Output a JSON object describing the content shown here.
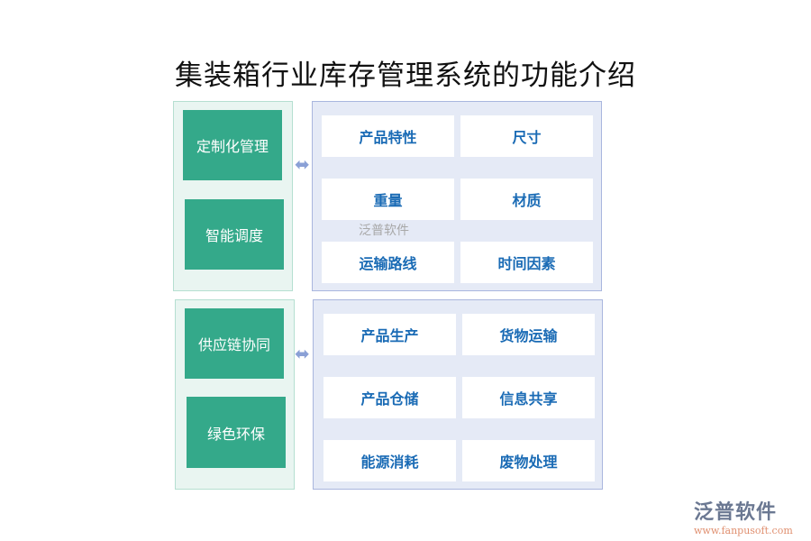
{
  "title": "集装箱行业库存管理系统的功能介绍",
  "groups": [
    {
      "left": [
        "定制化管理",
        "智能调度"
      ],
      "right": [
        "产品特性",
        "尺寸",
        "重量",
        "材质",
        "运输路线",
        "时间因素"
      ]
    },
    {
      "left": [
        "供应链协同",
        "绿色环保"
      ],
      "right": [
        "产品生产",
        "货物运输",
        "产品仓储",
        "信息共享",
        "能源消耗",
        "废物处理"
      ]
    }
  ],
  "watermark": "泛普软件",
  "logo": {
    "name": "泛普软件",
    "url": "www.fanpusoft.com"
  },
  "colors": {
    "green": "#34a98a",
    "blue_text": "#1a6bb5",
    "panel": "#e5eaf6"
  }
}
